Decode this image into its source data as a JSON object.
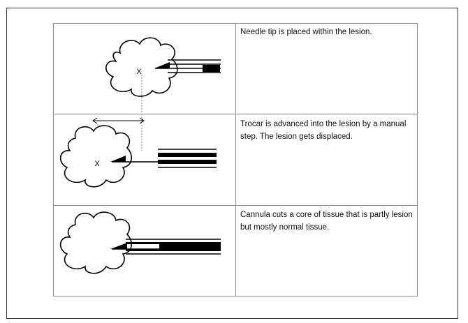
{
  "steps": [
    {
      "description": "Needle tip is placed within the lesion.",
      "marker": "X"
    },
    {
      "description": "Trocar is advanced into the lesion  by a manual step.  The lesion gets displaced.",
      "marker": "X"
    },
    {
      "description": "Cannula cuts a core of tissue that is partly lesion but mostly normal tissue."
    }
  ]
}
